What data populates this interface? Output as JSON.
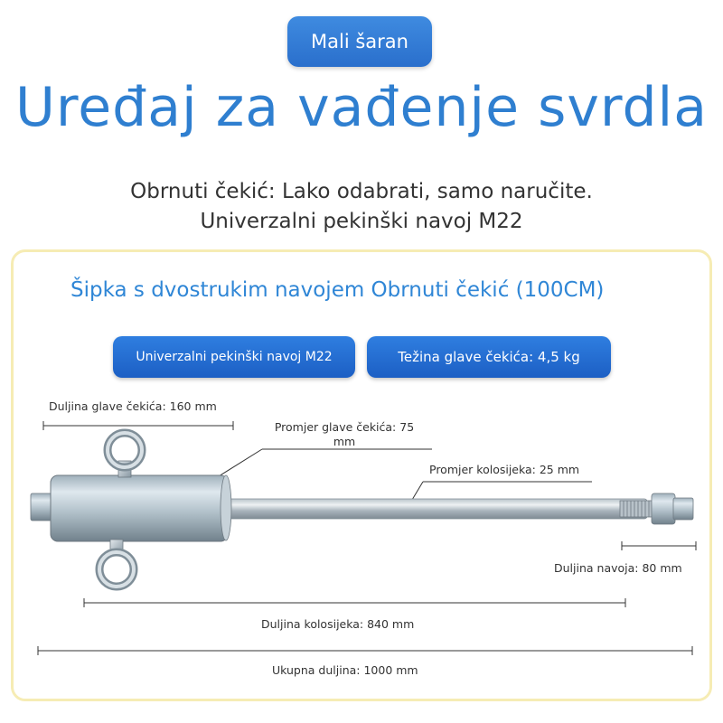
{
  "badge": {
    "label": "Mali šaran"
  },
  "title": "Uređaj za vađenje svrdla",
  "subtitle": {
    "line1": "Obrnuti čekić: Lako odabrati, samo naručite.",
    "line2": "Univerzalni pekinški navoj M22"
  },
  "card": {
    "title": "Šipka s dvostrukim navojem Obrnuti čekić (100CM)",
    "pills": [
      {
        "label": "Univerzalni pekinški navoj M22"
      },
      {
        "label": "Težina glave čekića: 4,5 kg"
      }
    ]
  },
  "dimensions": {
    "head_length": "Duljina glave čekića: 160 mm",
    "head_diameter": "Promjer glave čekića: 75 mm",
    "rod_diameter": "Promjer kolosijeka: 25 mm",
    "thread_length": "Duljina navoja: 80 mm",
    "rod_length": "Duljina kolosijeka: 840 mm",
    "total_length": "Ukupna duljina: 1000 mm"
  },
  "colors": {
    "accent_blue": "#2f7fd0",
    "button_blue": "#1c5fc4",
    "card_border": "#f6ecb4"
  }
}
